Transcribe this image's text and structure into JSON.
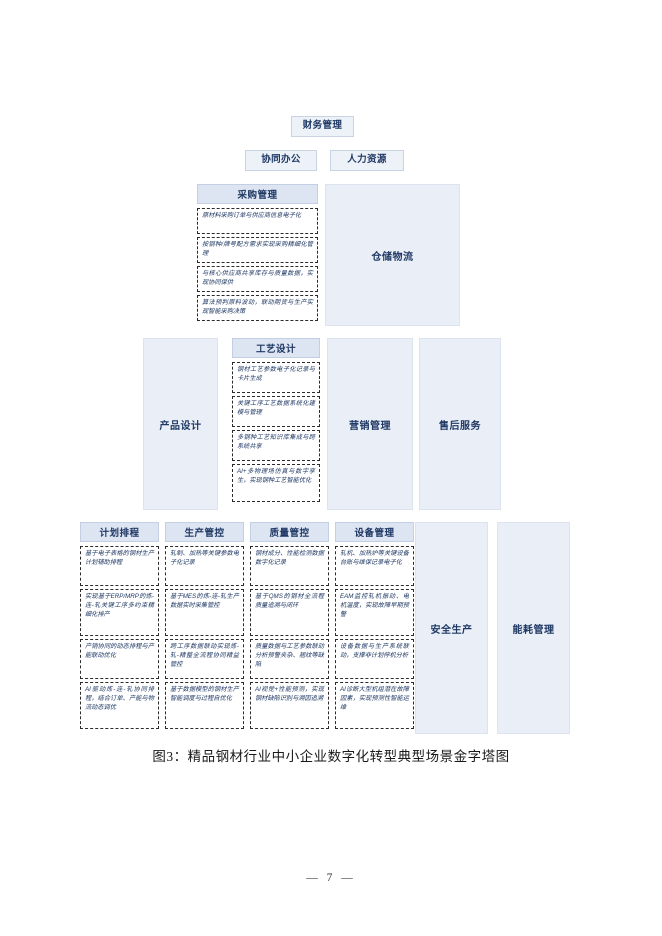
{
  "figure": {
    "caption": "图3：精品钢材行业中小企业数字化转型典型场景金字塔图",
    "page_number": "— 7 —"
  },
  "colors": {
    "accent_text": "#1f3864",
    "chip_fill": "#edf1f8",
    "chip_border": "#c9d3e4",
    "panel_fill": "#eaeff7",
    "panel_border": "#dbe3f0",
    "column_head_fill": "#dde4f2",
    "scenario_border": "#2b2b2b"
  },
  "tiers": {
    "tier1": {
      "items": [
        {
          "label": "财务管理"
        }
      ]
    },
    "tier2": {
      "items": [
        {
          "label": "协同办公"
        },
        {
          "label": "人力资源"
        }
      ]
    },
    "tier3": {
      "columns": [
        {
          "label": "采购管理",
          "scenarios": [
            "原材料采购订单与供应商信息电子化",
            "按钢种/牌号配方需求实现采购精细化管理",
            "与核心供应商共享库存与质量数据，实现协同保供",
            "算法预判原料波动，联动期货与生产实现智能采购决策"
          ]
        }
      ],
      "panels": [
        {
          "label": "仓储物流"
        }
      ]
    },
    "tier4": {
      "panels_left": [
        {
          "label": "产品设计"
        }
      ],
      "columns": [
        {
          "label": "工艺设计",
          "scenarios": [
            "钢材工艺参数电子化记录与卡片生成",
            "关键工序工艺数据系统化建模与管理",
            "多钢种工艺知识库集成与跨系统共享",
            "AI+多物理场仿真与数字孪生，实现钢种工艺智能优化"
          ]
        }
      ],
      "panels_right": [
        {
          "label": "营销管理"
        },
        {
          "label": "售后服务"
        }
      ]
    },
    "tier5": {
      "columns": [
        {
          "label": "计划排程",
          "scenarios": [
            "基于电子表格的钢材生产计划辅助排程",
            "实现基于ERP/MRP的炼-连-轧关键工序多约束精细化排产",
            "产销协同的动态排程与产能联动优化",
            "AI驱动炼-连-轧协同排程，结合订单、产能与物流动态调优"
          ]
        },
        {
          "label": "生产管控",
          "scenarios": [
            "轧制、加热等关键参数电子化记录",
            "基于MES的炼-连-轧生产数据实时采集管控",
            "跨工序数据联动实现炼-轧-精整全流程协同精益管控",
            "基于数据模型的钢材生产智能调度与过程自优化"
          ]
        },
        {
          "label": "质量管控",
          "scenarios": [
            "钢材成分、性能检测数据数字化记录",
            "基于QMS的钢材全流程质量追溯与闭环",
            "质量数据与工艺参数联动分析预警夹杂、翘纹等缺陷",
            "AI视觉+性能预测，实现钢材缺陷识别与溯因追溯"
          ]
        },
        {
          "label": "设备管理",
          "scenarios": [
            "轧机、加热炉等关键设备台账与维保记录电子化",
            "EAM监控轧机振动、电机温度，实现故障早期预警",
            "设备数据与生产系统联动，支撑非计划停机分析",
            "AI诊断大型机组潜在故障因素，实现预测性智能运维"
          ]
        }
      ],
      "panels": [
        {
          "label": "安全生产"
        },
        {
          "label": "能耗管理"
        }
      ]
    }
  }
}
